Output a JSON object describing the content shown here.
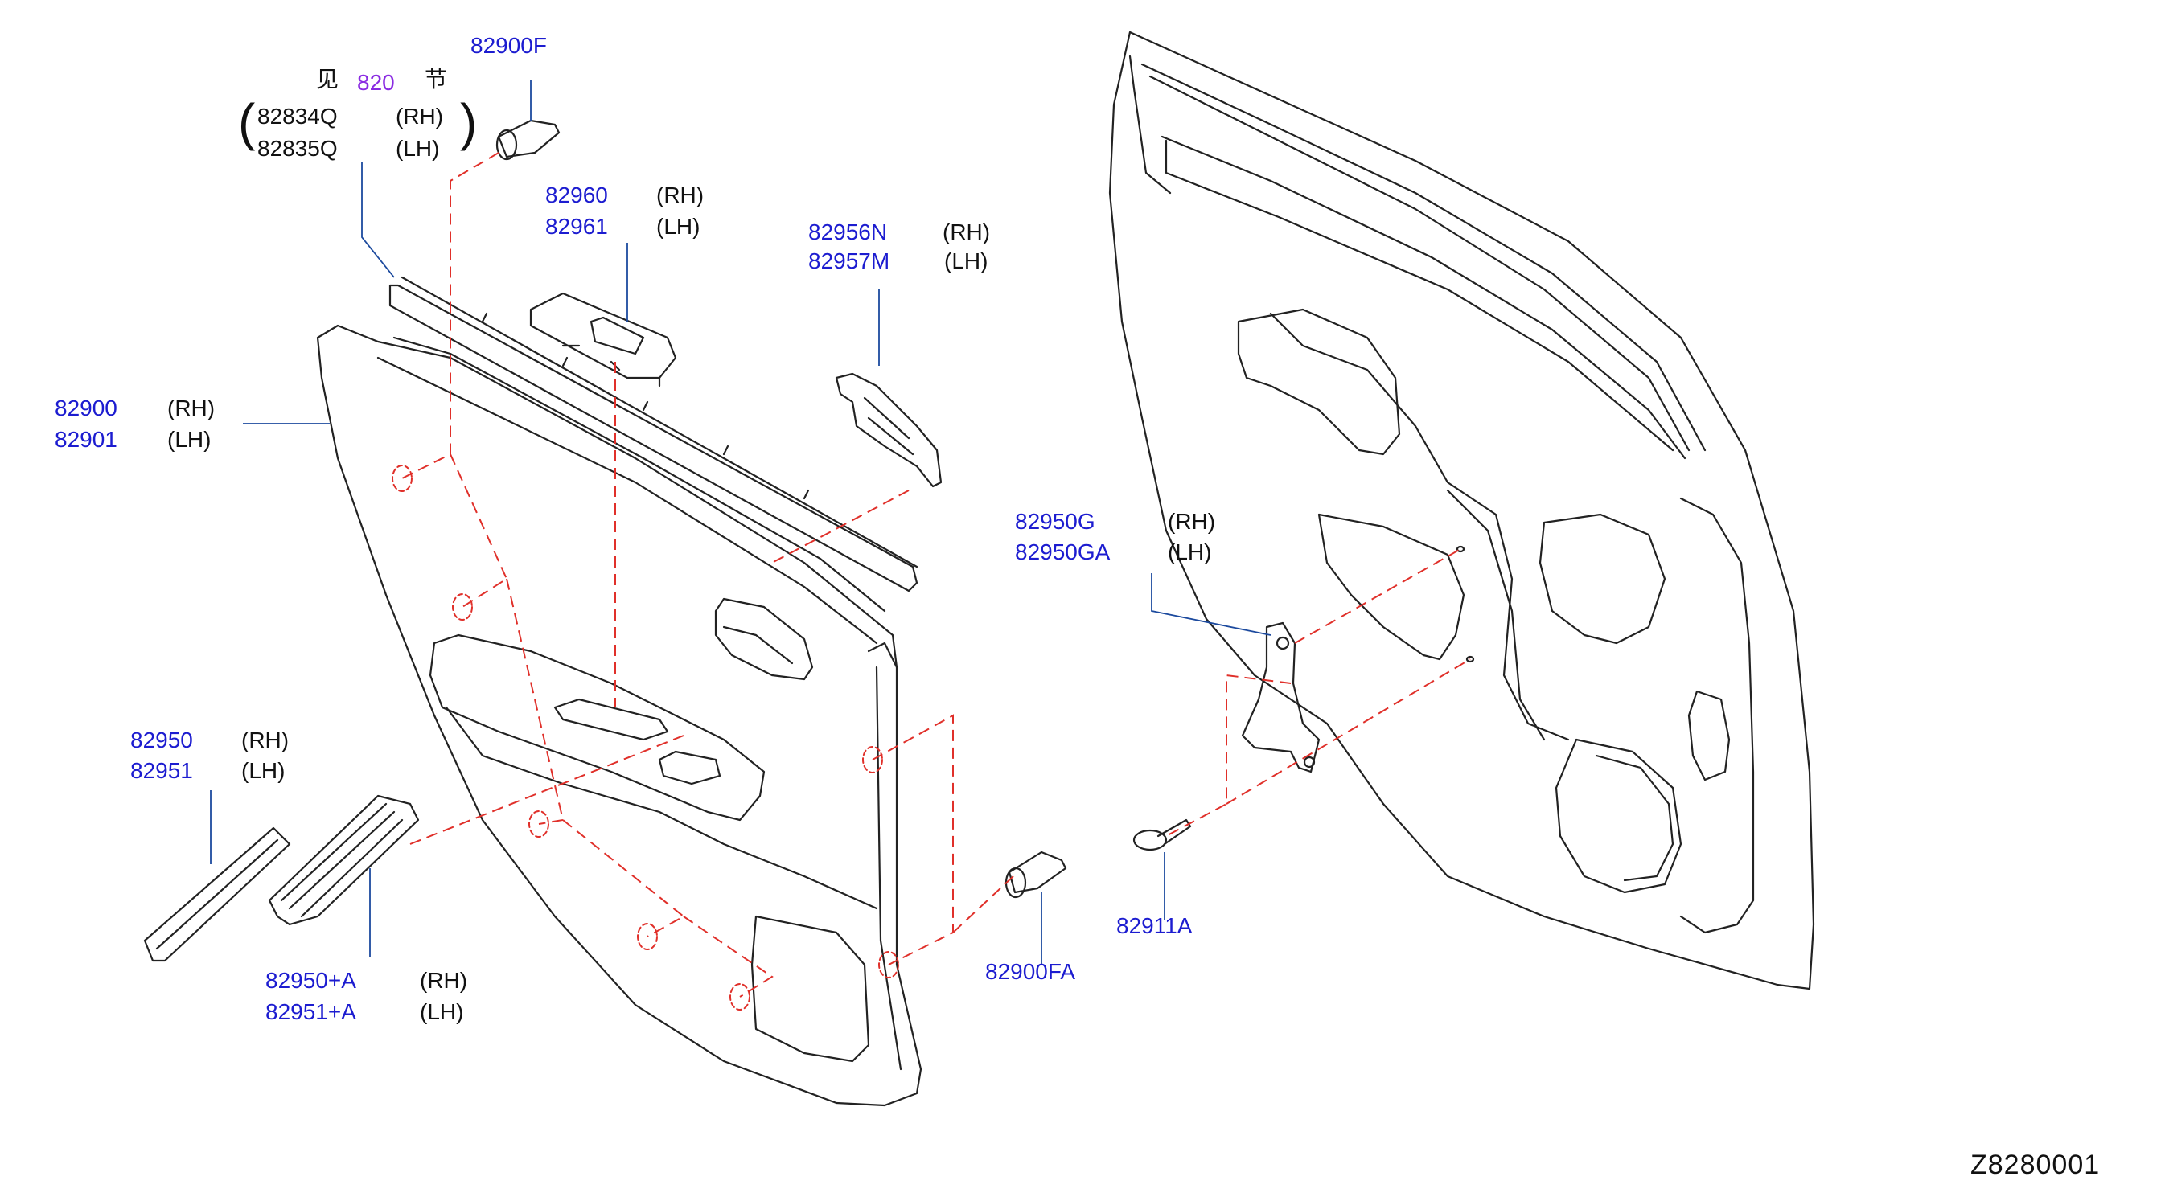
{
  "ref_note": {
    "prefix": "见",
    "section": "820",
    "suffix": "节"
  },
  "callouts": {
    "c82900F": {
      "pn": "82900F"
    },
    "c82834": {
      "pn1": "82834Q",
      "side1": "(RH)",
      "pn2": "82835Q",
      "side2": "(LH)"
    },
    "c82960": {
      "pn1": "82960",
      "side1": "(RH)",
      "pn2": "82961",
      "side2": "(LH)"
    },
    "c82956": {
      "pn1": "82956N",
      "side1": "(RH)",
      "pn2": "82957M",
      "side2": "(LH)"
    },
    "c82900": {
      "pn1": "82900",
      "side1": "(RH)",
      "pn2": "82901",
      "side2": "(LH)"
    },
    "c82950G": {
      "pn1": "82950G",
      "side1": "(RH)",
      "pn2": "82950GA",
      "side2": "(LH)"
    },
    "c82950": {
      "pn1": "82950",
      "side1": "(RH)",
      "pn2": "82951",
      "side2": "(LH)"
    },
    "c82950A": {
      "pn1": "82950+A",
      "side1": "(RH)",
      "pn2": "82951+A",
      "side2": "(LH)"
    },
    "c82900FA": {
      "pn": "82900FA"
    },
    "c82911A": {
      "pn": "82911A"
    }
  },
  "diagram_code": "Z8280001",
  "colors": {
    "part_number": "#1c1cd0",
    "reference": "#8a2be2",
    "dash_line": "#e0302a",
    "outline": "#222222",
    "leader": "#1c1cd0"
  }
}
